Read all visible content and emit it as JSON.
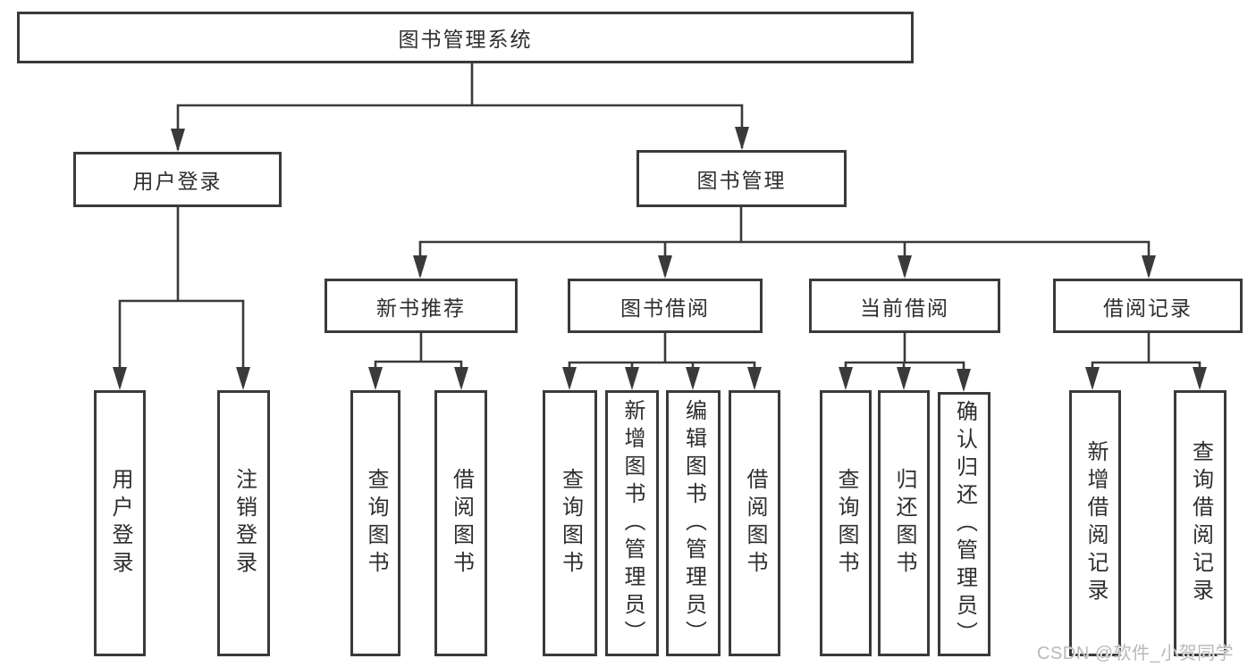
{
  "diagram": {
    "title": "图书管理系统",
    "root": {
      "label": "图书管理系统"
    },
    "level2": [
      {
        "label": "用户登录"
      },
      {
        "label": "图书管理"
      }
    ],
    "level3": [
      {
        "label": "新书推荐"
      },
      {
        "label": "图书借阅"
      },
      {
        "label": "当前借阅"
      },
      {
        "label": "借阅记录"
      }
    ],
    "leaves": {
      "user_login": [
        "用户登录",
        "注销登录"
      ],
      "new_book": [
        "查询图书",
        "借阅图书"
      ],
      "book_borrow": [
        "查询图书",
        "新增图书（管理员）",
        "编辑图书（管理员）",
        "借阅图书"
      ],
      "current_borrow": [
        "查询图书",
        "归还图书",
        "确认归还（管理员）"
      ],
      "borrow_record": [
        "新增借阅记录",
        "查询借阅记录"
      ]
    }
  },
  "watermark": {
    "text": "CSDN @软件_小贺同学"
  },
  "colors": {
    "line": "#3a3a3a",
    "box_border": "#3a3a3a",
    "text": "#2e2e2e",
    "watermark": "#b9b9b9",
    "background": "#ffffff"
  }
}
